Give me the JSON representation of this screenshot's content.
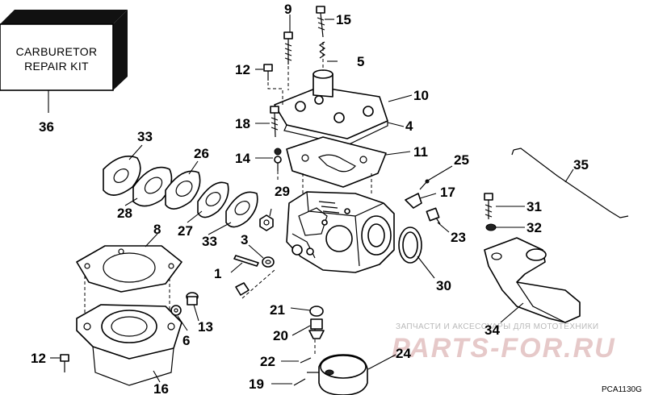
{
  "kit_box": {
    "line1": "CARBURETOR",
    "line2": "REPAIR KIT"
  },
  "diagram_code": "PCA1130G",
  "watermark": {
    "tagline": "ЗАПЧАСТИ И АКСЕССУАРЫ ДЛЯ МОТОТЕХНИКИ",
    "logo": "PARTS-FOR.RU"
  },
  "callouts": {
    "c1": "1",
    "c3": "3",
    "c4": "4",
    "c5": "5",
    "c6": "6",
    "c8": "8",
    "c9": "9",
    "c10": "10",
    "c11": "11",
    "c12a": "12",
    "c12b": "12",
    "c13": "13",
    "c14": "14",
    "c15": "15",
    "c16": "16",
    "c17": "17",
    "c18": "18",
    "c19": "19",
    "c20": "20",
    "c21": "21",
    "c22": "22",
    "c23": "23",
    "c24": "24",
    "c25": "25",
    "c26": "26",
    "c27": "27",
    "c28": "28",
    "c29": "29",
    "c30": "30",
    "c31": "31",
    "c32": "32",
    "c33a": "33",
    "c33b": "33",
    "c34": "34",
    "c35": "35",
    "c36": "36"
  }
}
